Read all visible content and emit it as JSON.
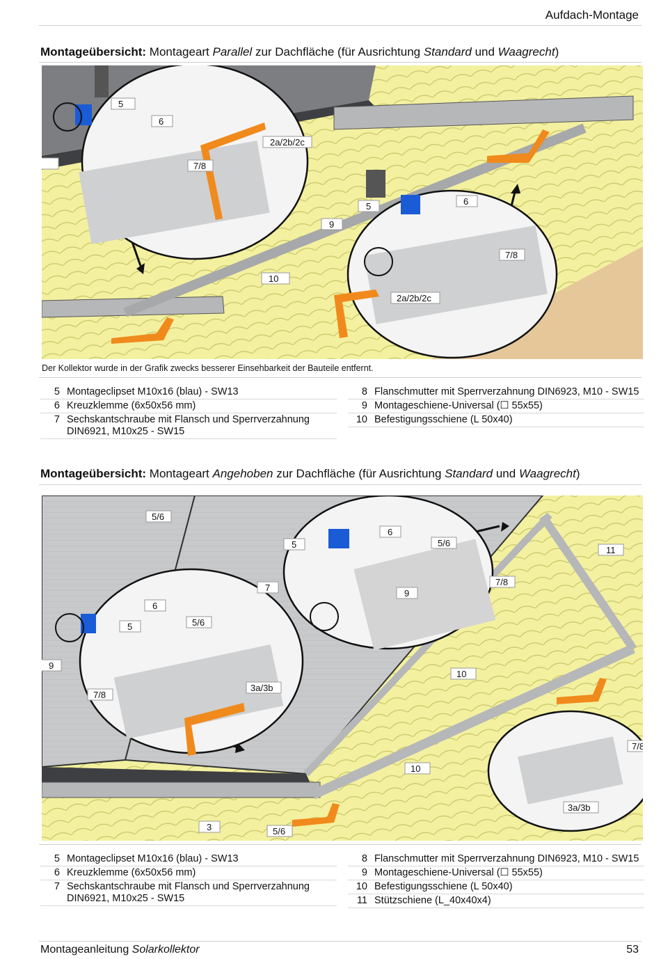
{
  "header": {
    "section": "Aufdach-Montage"
  },
  "section1": {
    "title_bold": "Montageübersicht:",
    "title_pre": " Montageart ",
    "title_mode": "Parallel",
    "title_mid": " zur Dachfläche (für Ausrichtung ",
    "title_std": "Standard",
    "title_und": " und ",
    "title_waag": "Waagrecht",
    "title_end": ")",
    "labels": [
      "5",
      "6",
      "2a/2b/2c",
      "9",
      "7/8",
      "5",
      "6",
      "9",
      "7/8",
      "10",
      "2a/2b/2c"
    ],
    "caption": "Der Kollektor wurde in der Grafik zwecks besserer Einsehbarkeit der Bauteile entfernt.",
    "parts_left": [
      {
        "n": "5",
        "text": "Montageclipset M10x16 (blau) - SW13"
      },
      {
        "n": "6",
        "text": "Kreuzklemme (6x50x56 mm)"
      },
      {
        "n": "7",
        "text": "Sechskantschraube mit Flansch und Sperrverzahnung DIN6921, M10x25 - SW15"
      }
    ],
    "parts_right": [
      {
        "n": "8",
        "text": "Flanschmutter mit Sperrverzahnung DIN6923, M10 - SW15"
      },
      {
        "n": "9",
        "text": "Montageschiene-Universal (☐ 55x55)"
      },
      {
        "n": "10",
        "text": "Befestigungsschiene (L 50x40)"
      }
    ]
  },
  "section2": {
    "title_bold": "Montageübersicht:",
    "title_pre": " Montageart ",
    "title_mode": "Angehoben",
    "title_mid": " zur Dachfläche (für Ausrichtung ",
    "title_std": "Standard",
    "title_und": " und ",
    "title_waag": "Waagrecht",
    "title_end": ")",
    "labels": [
      "5/6",
      "5",
      "6",
      "5/6",
      "7",
      "9",
      "7/8",
      "11",
      "6",
      "5",
      "5/6",
      "9",
      "7/8",
      "3a/3b",
      "10",
      "10",
      "7/8",
      "3a/3b",
      "3",
      "5/6"
    ],
    "parts_left": [
      {
        "n": "5",
        "text": "Montageclipset M10x16 (blau) - SW13"
      },
      {
        "n": "6",
        "text": "Kreuzklemme (6x50x56 mm)"
      },
      {
        "n": "7",
        "text": "Sechskantschraube mit Flansch und Sperrverzahnung DIN6921, M10x25 - SW15"
      }
    ],
    "parts_right": [
      {
        "n": "8",
        "text": "Flanschmutter mit Sperrverzahnung DIN6923, M10 - SW15"
      },
      {
        "n": "9",
        "text": "Montageschiene-Universal (☐ 55x55)"
      },
      {
        "n": "10",
        "text": "Befestigungsschiene (L 50x40)"
      },
      {
        "n": "11",
        "text": "Stützschiene (L_40x40x4)"
      }
    ]
  },
  "footer": {
    "doc_pre": "Montageanleitung ",
    "doc_em": "Solarkollektor",
    "page": "53"
  },
  "colors": {
    "roof_tile": "#f3f1a0",
    "bracket_orange": "#f08a1c",
    "clip_blue": "#1a5bd6",
    "rail_grey": "#b5b7b9",
    "label_bg": "#ffffff"
  }
}
